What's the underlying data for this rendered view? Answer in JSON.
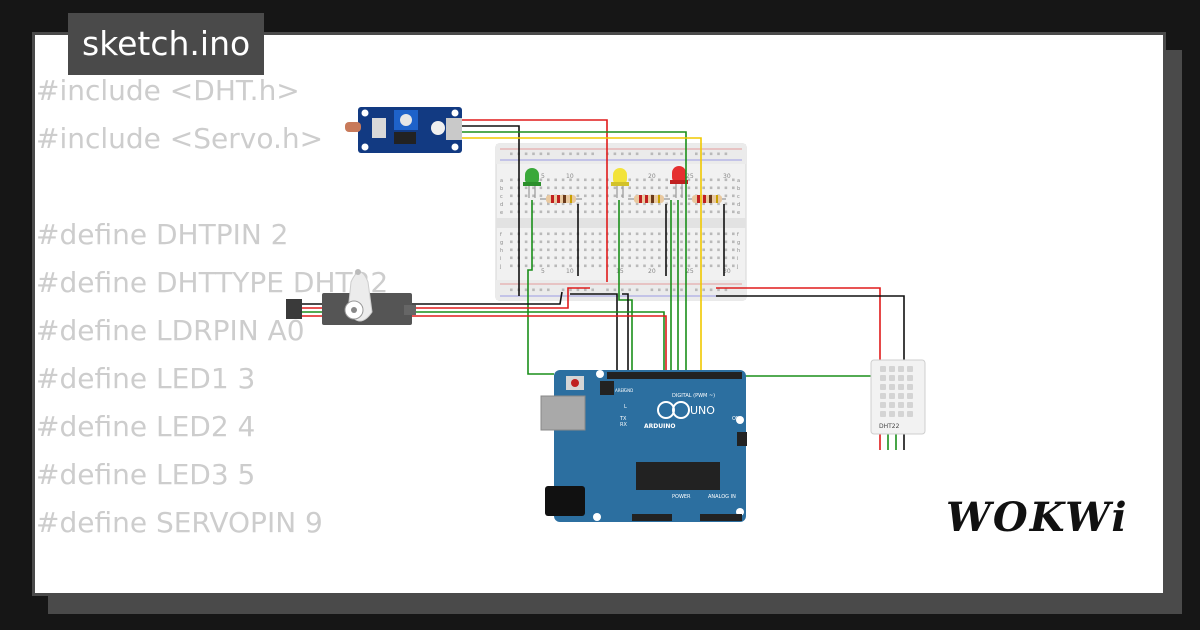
{
  "title": "sketch.ino",
  "code_lines": [
    "#include <DHT.h>",
    "#include <Servo.h>",
    "",
    "#define DHTPIN 2",
    "#define DHTTYPE DHT22",
    "#define LDRPIN A0",
    "#define LED1 3",
    "#define LED2 4",
    "#define LED3 5",
    "#define SERVOPIN 9"
  ],
  "arduino": {
    "brand": "ARDUINO",
    "model": "UNO",
    "digital_label": "DIGITAL (PWM ~)",
    "analog_label": "ANALOG IN",
    "power_label": "POWER",
    "on_label": "ON",
    "tx_label": "TX",
    "rx_label": "RX",
    "l_label": "L",
    "aref_label": "AREF",
    "gnd_label": "GND"
  },
  "sensor": {
    "label": "DHT22"
  },
  "breadboard": {
    "col_labels": [
      "5",
      "10",
      "15",
      "20",
      "25",
      "30"
    ],
    "row_labels_top": [
      "a",
      "b",
      "c",
      "d",
      "e"
    ],
    "row_labels_bottom": [
      "f",
      "g",
      "h",
      "i",
      "j"
    ]
  },
  "brand_logo": "WOKWi",
  "colors": {
    "background": "#161616",
    "frame": "#4a4a4a",
    "code_text": "#cdcdcd",
    "wire_red": "#e01c1c",
    "wire_green": "#1a8f1a",
    "wire_yellow": "#f0c800",
    "wire_black": "#111111",
    "board_blue": "#2c6fa0"
  }
}
